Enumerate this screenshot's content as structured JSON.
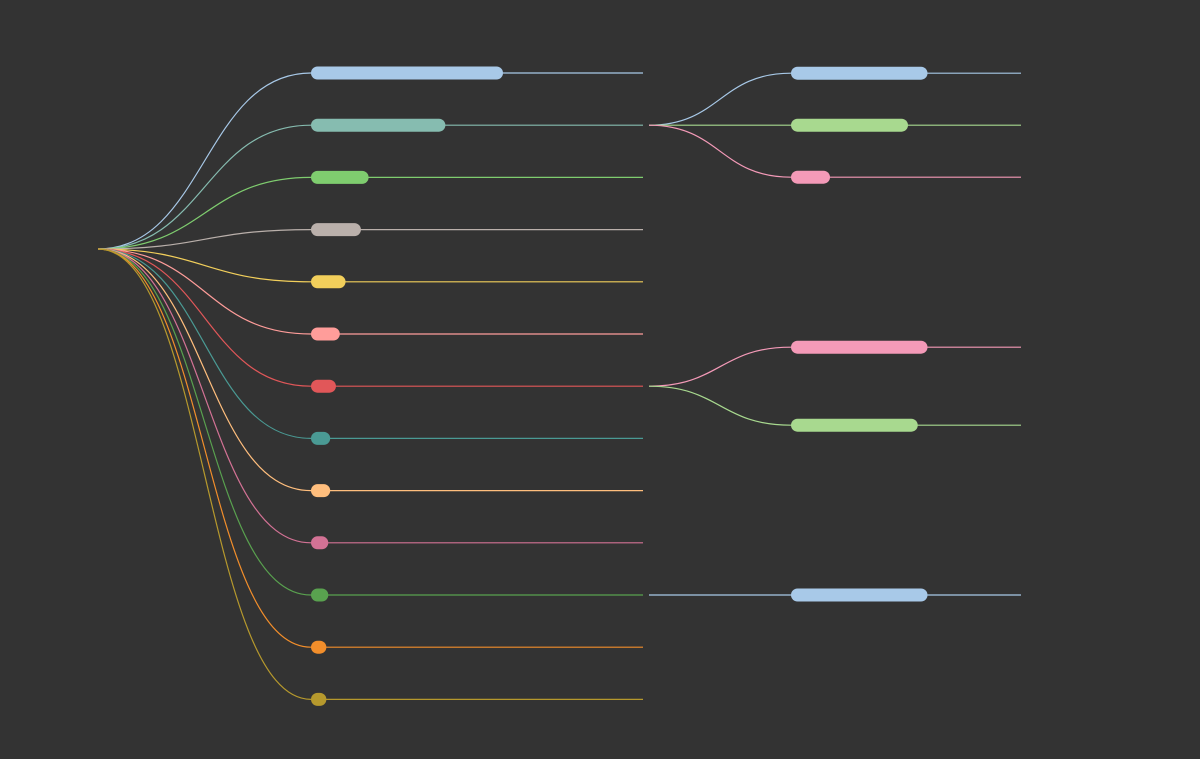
{
  "diagram": {
    "type": "tree",
    "labels_shown": false,
    "background": "#333333",
    "root": {
      "children": [
        {
          "color": "#a8c9e8",
          "size": 1.0
        },
        {
          "color": "#86bcb0",
          "size": 0.7,
          "children": [
            {
              "color": "#a8c9e8",
              "size": 0.7
            },
            {
              "color": "#a8d98f",
              "size": 0.6
            },
            {
              "color": "#f49ab8",
              "size": 0.2
            }
          ]
        },
        {
          "color": "#7fcd6f",
          "size": 0.3
        },
        {
          "color": "#bab0ab",
          "size": 0.26
        },
        {
          "color": "#f2cf5b",
          "size": 0.18
        },
        {
          "color": "#ff9d9a",
          "size": 0.15
        },
        {
          "color": "#e15759",
          "size": 0.13,
          "children": [
            {
              "color": "#f49ab8",
              "size": 0.7
            },
            {
              "color": "#a8d98f",
              "size": 0.65
            }
          ]
        },
        {
          "color": "#4a9a94",
          "size": 0.1
        },
        {
          "color": "#ffbe7d",
          "size": 0.1
        },
        {
          "color": "#d37295",
          "size": 0.09
        },
        {
          "color": "#59a14f",
          "size": 0.09,
          "children": [
            {
              "color": "#a8c9e8",
              "size": 0.7
            }
          ]
        },
        {
          "color": "#f28e2b",
          "size": 0.08
        },
        {
          "color": "#b6992d",
          "size": 0.08
        }
      ]
    }
  }
}
